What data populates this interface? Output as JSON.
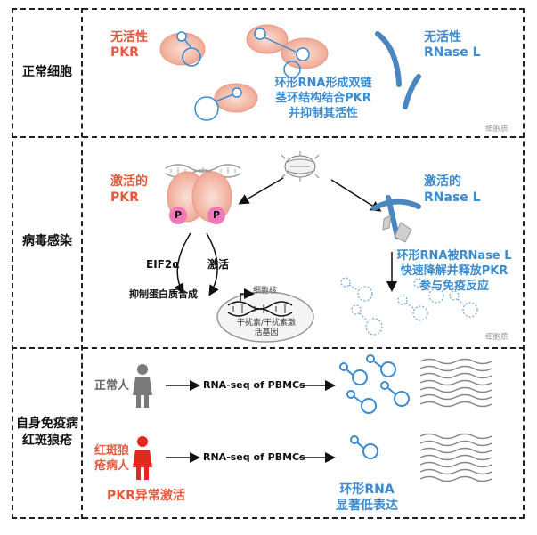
{
  "rows": {
    "normal": "正常细胞",
    "virus": "病毒感染",
    "auto_line1": "自身免疫病",
    "auto_line2": "红斑狼疮"
  },
  "normal": {
    "pkr_inactive_1": "无活性",
    "pkr_inactive_2": "PKR",
    "rnase_inactive_1": "无活性",
    "rnase_inactive_2": "RNase L",
    "desc_1": "环形RNA形成双链",
    "desc_2": "茎环结构结合PKR",
    "desc_3": "并抑制其活性",
    "compartment": "细胞质"
  },
  "virus": {
    "pkr_active_1": "激活的",
    "pkr_active_2": "PKR",
    "phospho": "P",
    "rnase_active_1": "激活的",
    "rnase_active_2": "RNase L",
    "eif": "EIF2α",
    "activate": "激活",
    "inhibit": "抑制蛋白质合成",
    "nucleus": "细胞核",
    "ifn_1": "干扰素/干扰素激",
    "ifn_2": "活基因",
    "desc_1": "环形RNA被RNase L",
    "desc_2": "快速降解并释放PKR",
    "desc_3": "参与免疫反应",
    "compartment": "细胞质"
  },
  "auto": {
    "healthy": "正常人",
    "patient_1": "红斑狼",
    "patient_2": "疮病人",
    "method": "RNA-seq of PBMCs",
    "pkr_abnormal": "PKR异常激活",
    "circ_1": "环形RNA",
    "circ_2": "显著低表达"
  },
  "colors": {
    "red": "#e8573c",
    "blue": "#3a8bd0",
    "pkr_fill": "#f6c7b8",
    "pink": "#f07ab8"
  }
}
